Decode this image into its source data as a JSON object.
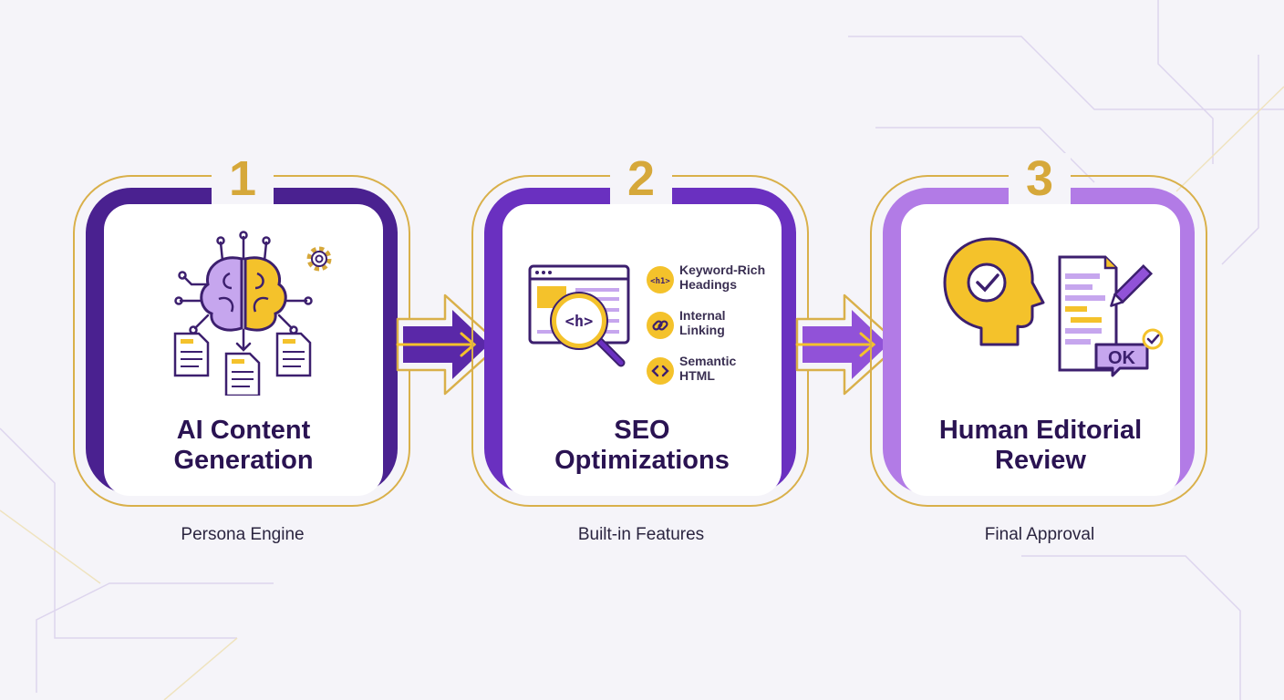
{
  "colors": {
    "step1": "#4a2190",
    "step2": "#6a30c0",
    "step3": "#b27be6",
    "gold": "#d6a83a",
    "yellow": "#f4c22b",
    "title": "#2a1352"
  },
  "steps": [
    {
      "number": "1",
      "title_line1": "AI Content",
      "title_line2": "Generation",
      "caption": "Persona Engine",
      "icon": "brain-documents-icon"
    },
    {
      "number": "2",
      "title_line1": "SEO",
      "title_line2": "Optimizations",
      "caption": "Built-in Features",
      "icon": "browser-magnifier-icon",
      "features": [
        {
          "line1": "Keyword-Rich",
          "line2": "Headings",
          "icon": "h1-tag-icon"
        },
        {
          "line1": "Internal",
          "line2": "Linking",
          "icon": "link-icon"
        },
        {
          "line1": "Semantic",
          "line2": "HTML",
          "icon": "code-brackets-icon"
        }
      ]
    },
    {
      "number": "3",
      "title_line1": "Human Editorial",
      "title_line2": "Review",
      "caption": "Final Approval",
      "icon": "head-document-approval-icon",
      "ok_label": "OK"
    }
  ],
  "connectors": [
    {
      "from": "1",
      "to": "2",
      "icon": "right-arrow-icon"
    },
    {
      "from": "2",
      "to": "3",
      "icon": "right-arrow-icon"
    }
  ]
}
